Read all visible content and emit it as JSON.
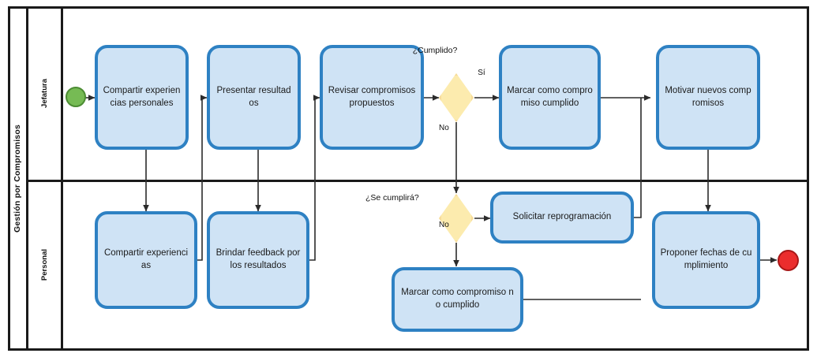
{
  "diagram": {
    "pool": {
      "title": "Gestión por Compromisos"
    },
    "lanes": [
      {
        "id": "jefatura",
        "label": "Jefatura"
      },
      {
        "id": "personal",
        "label": "Personal"
      }
    ],
    "events": [
      {
        "id": "start",
        "type": "start-event",
        "name": "start-event",
        "color": "#76bb54"
      },
      {
        "id": "end",
        "type": "end-event",
        "name": "end-event",
        "color": "#eb2d2d"
      }
    ],
    "tasks": [
      {
        "id": "t1",
        "lane": "jefatura",
        "label": "Compartir experiencias personales"
      },
      {
        "id": "t2",
        "lane": "jefatura",
        "label": "Presentar resultados"
      },
      {
        "id": "t3",
        "lane": "jefatura",
        "label": "Revisar compromisos propuestos"
      },
      {
        "id": "t4",
        "lane": "jefatura",
        "label": "Marcar como compromiso cumplido"
      },
      {
        "id": "t5",
        "lane": "jefatura",
        "label": "Motivar nuevos compromisos"
      },
      {
        "id": "t6",
        "lane": "personal",
        "label": "Compartir experiencias"
      },
      {
        "id": "t7",
        "lane": "personal",
        "label": "Brindar feedback por los resultados"
      },
      {
        "id": "t8",
        "lane": "personal",
        "label": "Solicitar reprogramación"
      },
      {
        "id": "t9",
        "lane": "personal",
        "label": "Marcar como compromiso no cumplido"
      },
      {
        "id": "t10",
        "lane": "personal",
        "label": "Proponer fechas de cumplimiento"
      }
    ],
    "gateways": [
      {
        "id": "g1",
        "lane": "jefatura",
        "label": "¿Cumplido?",
        "fill": "#fcebae",
        "stroke": "#f7dc9a"
      },
      {
        "id": "g2",
        "lane": "personal",
        "label": "¿Se cumplirá?",
        "fill": "#fcebae",
        "stroke": "#f7dc9a"
      }
    ],
    "edge_labels": {
      "g1_yes": "Sí",
      "g1_no": "No",
      "g2_no": "No"
    },
    "colors": {
      "task_fill": "#cfe3f5",
      "task_border": "#2e81c3",
      "gateway_fill": "#fcebae",
      "gateway_border": "#f7dc9a",
      "frame": "#1a1a1a",
      "flow": "#2b2b2b"
    }
  }
}
